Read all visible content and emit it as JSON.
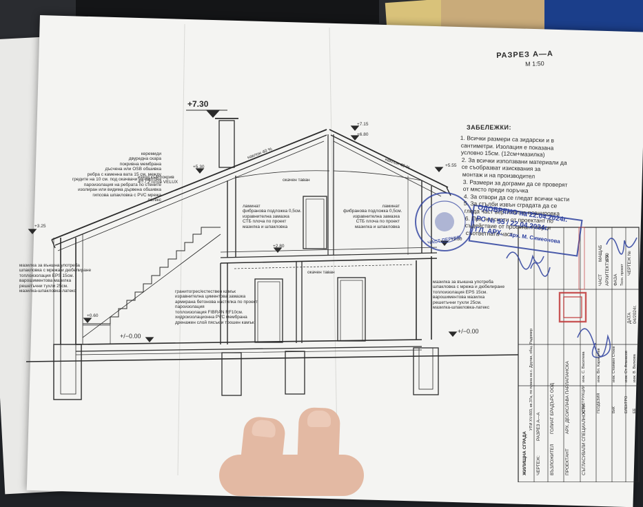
{
  "drawing": {
    "title": "РАЗРЕЗ А—А",
    "scale": "М 1:50",
    "elevations": {
      "ridge_top": "+7.30",
      "ridge": "+7.15",
      "ridge_inner": "+6.80",
      "eave_left": "+5.30",
      "eave_right": "+5.55",
      "floor_upper": "+2.80",
      "floor_upper_right": "+2.80",
      "wall_left": "+3.25",
      "stair_base": "+0.60",
      "ground_1": "+/−0.00",
      "ground_2": "+/−0.00"
    },
    "slopes": {
      "left": "наклон 40 %",
      "right": "наклон 40 %"
    },
    "labels": {
      "ceiling_upper": "окачен таван",
      "ceiling_lower": "окачен таван",
      "velux": "изход към покрив\n4¹⁵ ́/ 2 готов VELUX",
      "roof_layers": "керемиди\nдвуредна скара\nпокривна мембрана\nдъсчена или OSB обшивка\nребра с каменна вата 15 см. между\nгредите на 10 см. под окачвачи на картона\nпароизолация на ребрата по стените\nизолиран или видима дървена обшивка\nгипсова шпакловка с PVC мрежа\nлатекс",
      "floor_left": "ламинат\nфибранова подложка 0,5см.\nизравнителна замазка\nСТБ плоча по проект\nмазилка и шпакловка",
      "floor_right": "ламинат\nфибранова подложка 0,5см.\nизравнителна замазка\nСТБ плоча по проект\nмазилка и шпакловка",
      "wall_left": "мазилка за външна употреба\nшпакловка с мрежа и дюбелиране\nтоплоизолация EPS 15см.\nварошиментова мазилка\nрешетъчни тухли 25см.\nмазилка-шпакловка-латекс",
      "ground_floor": "гранитогрес/естествен камък\nизравнителна циментова замазка\nармирана бетонова настилка по проект\nпароизолация\nтоплоизолация FIBRAN RF10см.\nхидроизолационна PVC мембрана\nдренажен слой пясък и трошен камък",
      "wall_right": "мазилка за външна употреба\nшпакловка с мрежа и дюбелиране\nтоплоизолация EPS 15см.\nварошиментова мазилка\nрешетъчни тухли 25см.\nмазилка-шпакловка-латекс"
    }
  },
  "notes": {
    "title": "ЗАБЕЛЕЖКИ:",
    "items": [
      "1.   Всички размери са зидарски и в",
      "      сантиметри. Изолация е показана",
      "      условно 15см. (12см+мазилка)",
      "2.   За всички използвани материали да",
      "      се    съобразват    изисквания    за",
      "      монтаж и на производител",
      "3.   Размери за дограми да се проверят",
      "      от място преди поръчка",
      "4.   За отвори да се гледат всички части",
      "5.   За стълби извън сградата да се",
      "      гледа част вертикална планировка",
      "6.   При    неясноти    от    проектант    по",
      "      съдействие    от    проектант    търси",
      "      съответната част"
    ]
  },
  "stamp": {
    "approved": "ОДОБРЕНО на 22.04.2024г.",
    "rs": "РС № 55 / 22.04.2024г.",
    "arch": "ГЛ. АРХ.",
    "arch_name": "арх. М. Симеонова",
    "round_text": "ЧАСТ ПЕРНИК"
  },
  "title_block": {
    "object": "ЖИЛИЩНА СГРАДА",
    "location": "УПИ XV-803, кв.37а, по плана на с. Друган, общ. Радомир",
    "drawing": "ЧЕРТЕЖ:",
    "drawing_name": "РАЗРЕЗ А—А",
    "contractor": "ВЪЗЛОЖИТЕЛ",
    "contractor_name": "ГОЛИАТ БРАДЪРС ООД",
    "designer": "ПРОЕКТАНТ",
    "designer_name": "АРХ. ДЕСИСЛАВА ПАРЛАПАНСКА",
    "coord": "СЪГЛАСУВАЛИ СПЕЦИАЛНОСТИ",
    "rows": [
      [
        "КОНСТРУКЦИИ",
        "инж. С. Василева"
      ],
      [
        "ГЕОДЕЗИЯ",
        "инж. Вл. Каракачев"
      ],
      [
        "ВиК",
        "инж. Стоимен Стоев"
      ],
      [
        "ЕЛЕКТРО",
        "инж. Ст. Атанасов"
      ],
      [
        "ЕЕ",
        "инж. В. Велкова"
      ]
    ],
    "part": "ЧАСТ",
    "part_name": "АРХИТЕКТУРА",
    "phase": "ФАЗА",
    "phase_name": "Техн. проект",
    "scale_lbl": "МАЩАБ",
    "scale_val": "1:50",
    "date_lbl": "ДАТА",
    "date_val": "04/2024г.",
    "sheet_lbl": "ЧЕРТЕЖ №"
  },
  "colors": {
    "paper": "#f4f4f2",
    "line": "#2b2b2b",
    "stamp_blue": "#2c3f9e",
    "stamp_red": "#c0393b",
    "background": "#1f2226",
    "hand": "#e3b9a3"
  }
}
